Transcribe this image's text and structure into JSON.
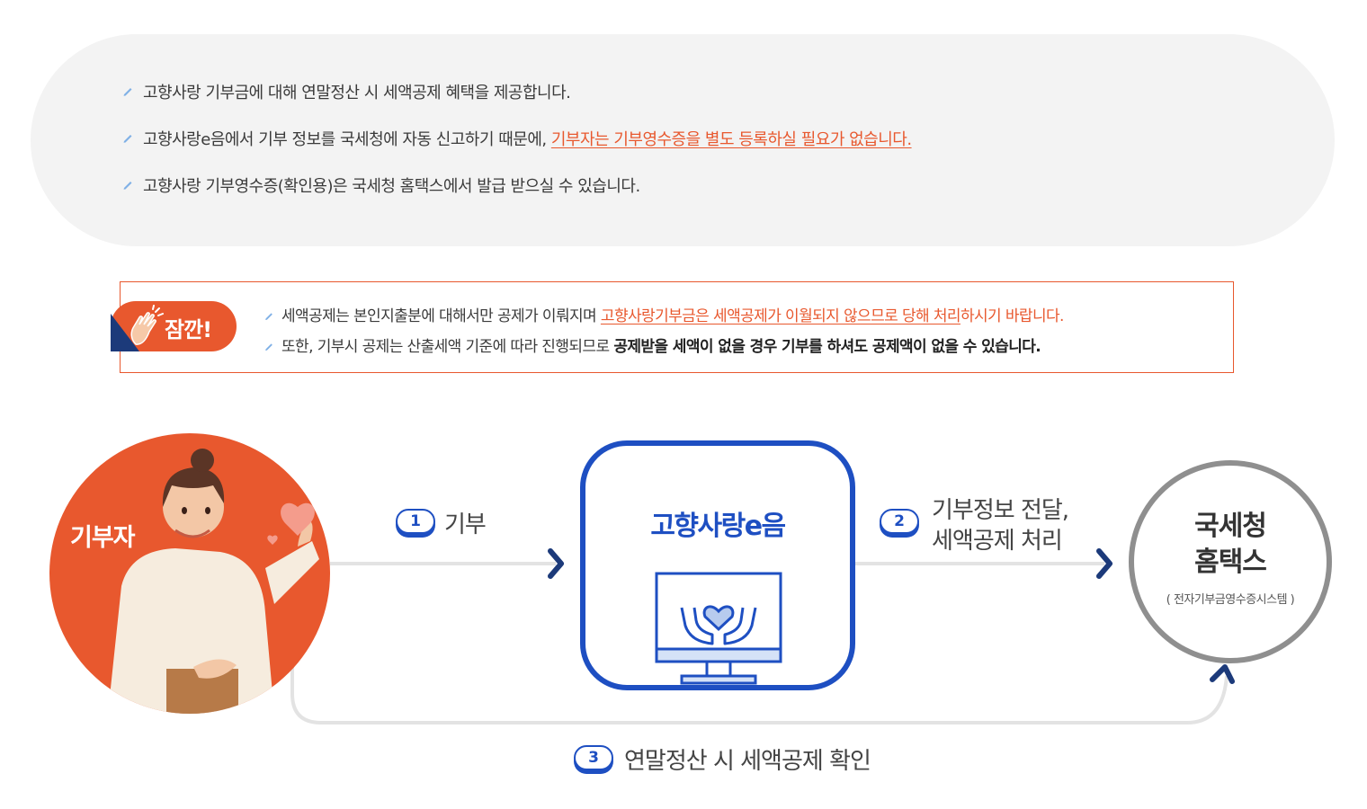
{
  "info": {
    "items": [
      {
        "text": "고향사랑 기부금에 대해 연말정산 시 세액공제 혜택을 제공합니다."
      },
      {
        "text": "고향사랑e음에서 기부 정보를 국세청에 자동 신고하기 때문에, ",
        "highlight": "기부자는 기부영수증을 별도 등록하실 필요가 없습니다."
      },
      {
        "text": "고향사랑 기부영수증(확인용)은 국세청 홈택스에서 발급 받으실 수 있습니다."
      }
    ]
  },
  "caution": {
    "badge": "잠깐!",
    "line1_pre": "세액공제는 본인지출분에 대해서만 공제가 이뤄지며 ",
    "line1_highlight": "고향사랑기부금은 세액공제가 이월되지 않으므로 당해 처리",
    "line1_post": "하시기 바랍니다.",
    "line2_pre": "또한, 기부시 공제는 산출세액 기준에 따라 진행되므로 ",
    "line2_strong": "공제받을 세액이 없을 경우 기부를 하셔도 공제액이 없을 수 있습니다."
  },
  "flow": {
    "donor": "기부자",
    "platform": "고향사랑e음",
    "nts_title_1": "국세청",
    "nts_title_2": "홈택스",
    "nts_sub": "( 전자기부금영수증시스템 )",
    "step1": {
      "num": "1",
      "label": "기부"
    },
    "step2": {
      "num": "2",
      "label_1": "기부정보 전달,",
      "label_2": "세액공제 처리"
    },
    "step3": {
      "num": "3",
      "label": "연말정산 시 세액공제 확인"
    }
  },
  "colors": {
    "accent": "#e8582e",
    "blue": "#1e4fc2",
    "navy": "#1c3a7a",
    "grey": "#8f8f8f"
  }
}
